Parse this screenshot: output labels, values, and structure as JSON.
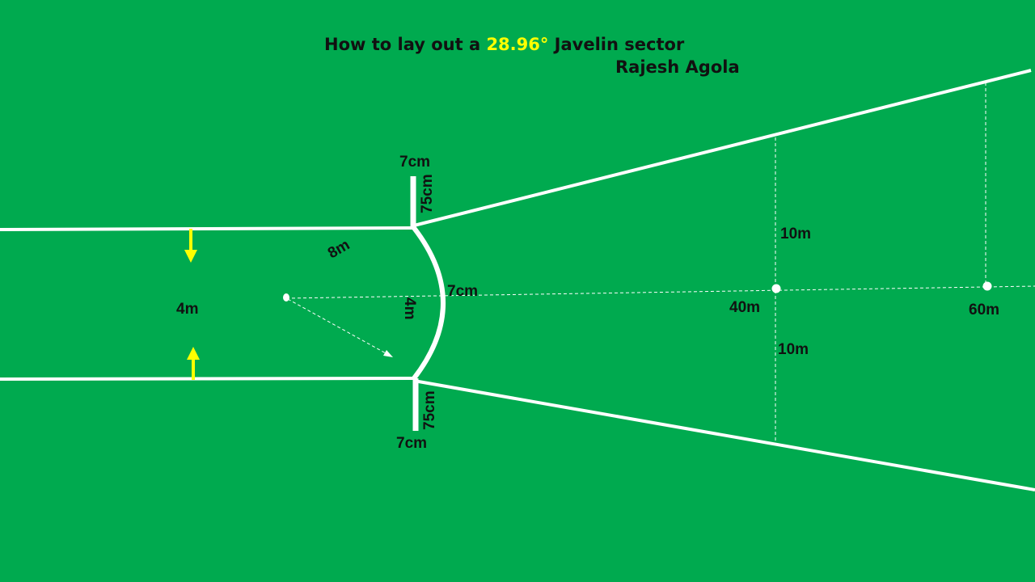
{
  "title": {
    "prefix": "How to lay out a ",
    "angle": "28.96°",
    "suffix": " Javelin sector",
    "author": "Rajesh Agola"
  },
  "labels": {
    "top_board_width": "7cm",
    "top_board_length": "75cm",
    "bottom_board_length": "75cm",
    "bottom_board_width": "7cm",
    "runway_width": "4m",
    "arc_radius": "8m",
    "arc_width": "7cm",
    "arc_chord": "4m",
    "upper_offset": "10m",
    "lower_offset": "10m",
    "mark_40": "40m",
    "mark_60": "60m"
  },
  "colors": {
    "background": "#00AA4F",
    "line": "#FFFFFF",
    "text": "#111111",
    "accent": "#FFFF00"
  },
  "icons": {
    "runway_arrow_down": "arrow-down-icon",
    "runway_arrow_up": "arrow-up-icon"
  }
}
